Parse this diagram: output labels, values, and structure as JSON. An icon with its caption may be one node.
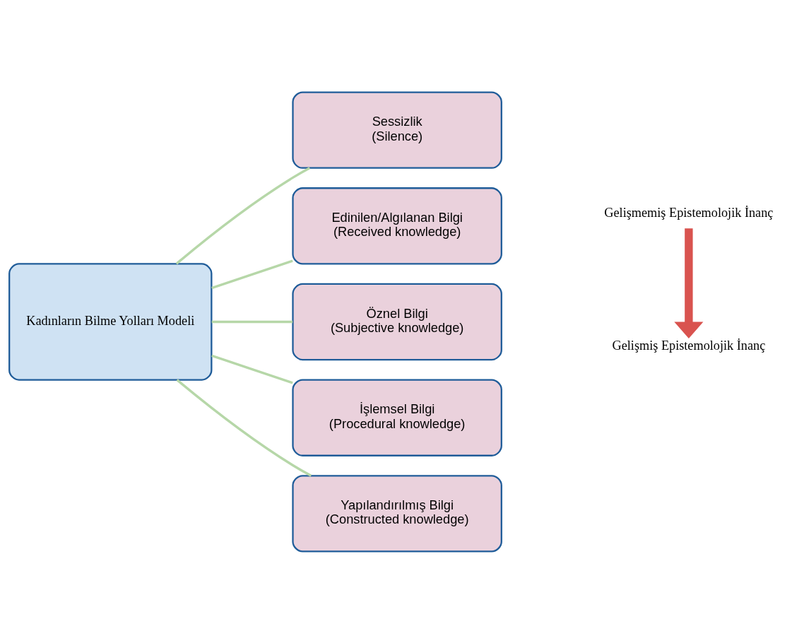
{
  "diagram": {
    "nodes": [
      {
        "text": [
          "Kadınların Bilme Yolları Modeli"
        ]
      },
      {
        "text": [
          "Sessizlik",
          "(Silence)"
        ]
      },
      {
        "text": [
          "Edinilen/Algılanan Bilgi",
          "(Received knowledge)"
        ]
      },
      {
        "text": [
          "Öznel Bilgi",
          "(Subjective knowledge)"
        ]
      },
      {
        "text": [
          "İşlemsel Bilgi",
          "(Procedural knowledge)"
        ]
      },
      {
        "text": [
          "Yapılandırılmış Bilgi",
          "(Constructed knowledge)"
        ]
      },
      {
        "text": [
          "Gelişmemiş Epistemolojik İnanç"
        ]
      },
      {
        "text": [
          "Gelişmiş Epistemolojik İnanç"
        ]
      }
    ],
    "edges": [
      {
        "from": 0,
        "to": 1,
        "arrow": "none"
      },
      {
        "from": 0,
        "to": 2,
        "arrow": "none"
      },
      {
        "from": 0,
        "to": 3,
        "arrow": "none"
      },
      {
        "from": 0,
        "to": 4,
        "arrow": "none"
      },
      {
        "from": 0,
        "to": 5,
        "arrow": "none"
      },
      {
        "from": 6,
        "to": 7,
        "arrow": "to",
        "style": "thick",
        "color": "#d9534f"
      }
    ]
  }
}
